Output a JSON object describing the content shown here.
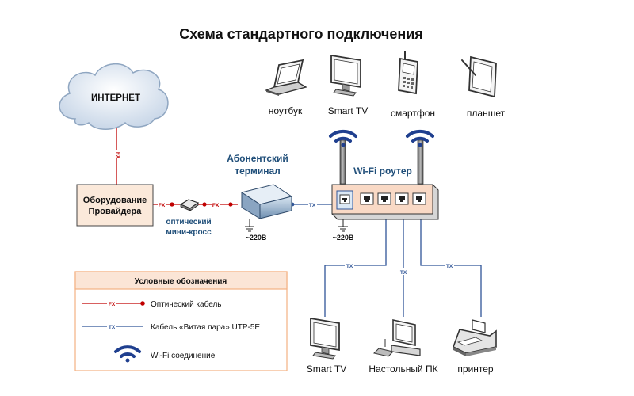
{
  "title": "Схема стандартного подключения",
  "internet": {
    "label": "ИНТЕРНЕТ"
  },
  "provider": {
    "line1": "Оборудование",
    "line2": "Провайдера"
  },
  "mini_cross": {
    "line1": "оптический",
    "line2": "мини-кросс"
  },
  "terminal": {
    "line1": "Абонентский",
    "line2": "терминал",
    "power": "~220В"
  },
  "router": {
    "label": "Wi-Fi роутер",
    "power": "~220В"
  },
  "wireless_devices": {
    "laptop": "ноутбук",
    "smart_tv": "Smart TV",
    "smartphone": "смартфон",
    "tablet": "планшет"
  },
  "wired_devices": {
    "smart_tv": "Smart TV",
    "desktop": "Настольный ПК",
    "printer": "принтер"
  },
  "cable_tags": {
    "fx": "FX",
    "tx": "TX"
  },
  "legend": {
    "title": "Условные обозначения",
    "fiber": "Оптический кабель",
    "twisted_pair": "Кабель «Витая пара» UTP-5E",
    "wifi": "Wi-Fi соединение"
  },
  "colors": {
    "fiber": "#c00000",
    "twisted_pair": "#2f5597",
    "wifi": "#1f3f8f",
    "provider_fill": "#fbe9da",
    "router_fill": "#f9d9c5",
    "cloud_fill": "#dbe6f1"
  }
}
